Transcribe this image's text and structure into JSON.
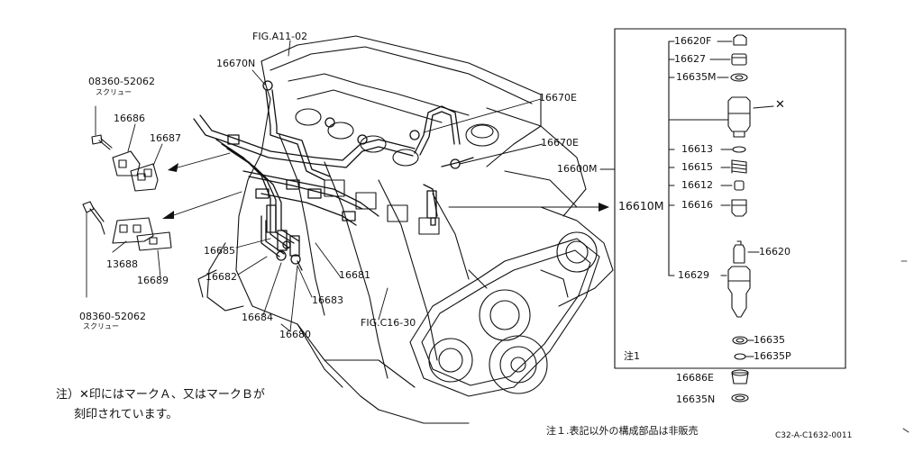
{
  "figure_refs": {
    "fig_a11": "FIG.A11-02",
    "fig_c16": "FIG.C16-30"
  },
  "engine_labels": {
    "p16670N": "16670N",
    "p16670E_a": "16670E",
    "p16670E_b": "16670E",
    "p16600M": "16600M",
    "p16610M": "16610M",
    "p16685": "16685",
    "p16682": "16682",
    "p16684": "16684",
    "p16680": "16680",
    "p16683": "16683",
    "p16681": "16681"
  },
  "bracket_parts": {
    "screw_top_no": "08360-52062",
    "screw_top_name": "スクリュー",
    "p16686": "16686",
    "p16687": "16687",
    "p13688": "13688",
    "p16689": "16689",
    "screw_bot_no": "08360-52062",
    "screw_bot_name": "スクリュー"
  },
  "injector_parts": {
    "p16620F": "16620F",
    "p16627": "16627",
    "p16635M": "16635M",
    "mark": "✕",
    "p16613": "16613",
    "p16615": "16615",
    "p16612": "16612",
    "p16616": "16616",
    "p16620": "16620",
    "p16629": "16629",
    "p16635": "16635",
    "p16635P": "16635P",
    "box_note": "注1",
    "p16686E": "16686E",
    "p16635N": "16635N"
  },
  "notes": {
    "main_line1": "注）✕印にはマークＡ、又はマークＢが",
    "main_line2": "刻印されています。",
    "footnote": "注１.表記以外の構成部品は非販売",
    "drawing_code": "C32-A-C1632-0011"
  }
}
